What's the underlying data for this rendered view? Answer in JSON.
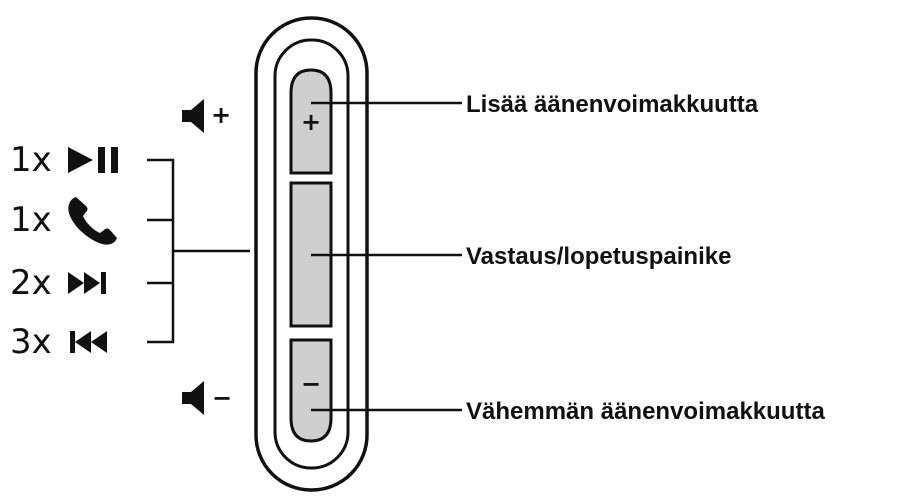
{
  "labels": {
    "volume_up": "Lisää äänenvoimakkuutta",
    "answer_end": "Vastaus/lopetuspainike",
    "volume_down": "Vähemmän äänenvoimakkuutta"
  },
  "buttons": {
    "plus_symbol": "+",
    "minus_symbol": "−"
  },
  "volume_icons": {
    "up_sign": "+",
    "down_sign": "−",
    "icon": "speaker-icon"
  },
  "press_actions": [
    {
      "count": "1x",
      "icon": "play-pause-icon"
    },
    {
      "count": "1x",
      "icon": "phone-icon"
    },
    {
      "count": "2x",
      "icon": "skip-forward-icon"
    },
    {
      "count": "3x",
      "icon": "skip-back-icon"
    }
  ],
  "colors": {
    "button_fill": "#cfcfcf",
    "line": "#111111",
    "background": "#ffffff"
  }
}
